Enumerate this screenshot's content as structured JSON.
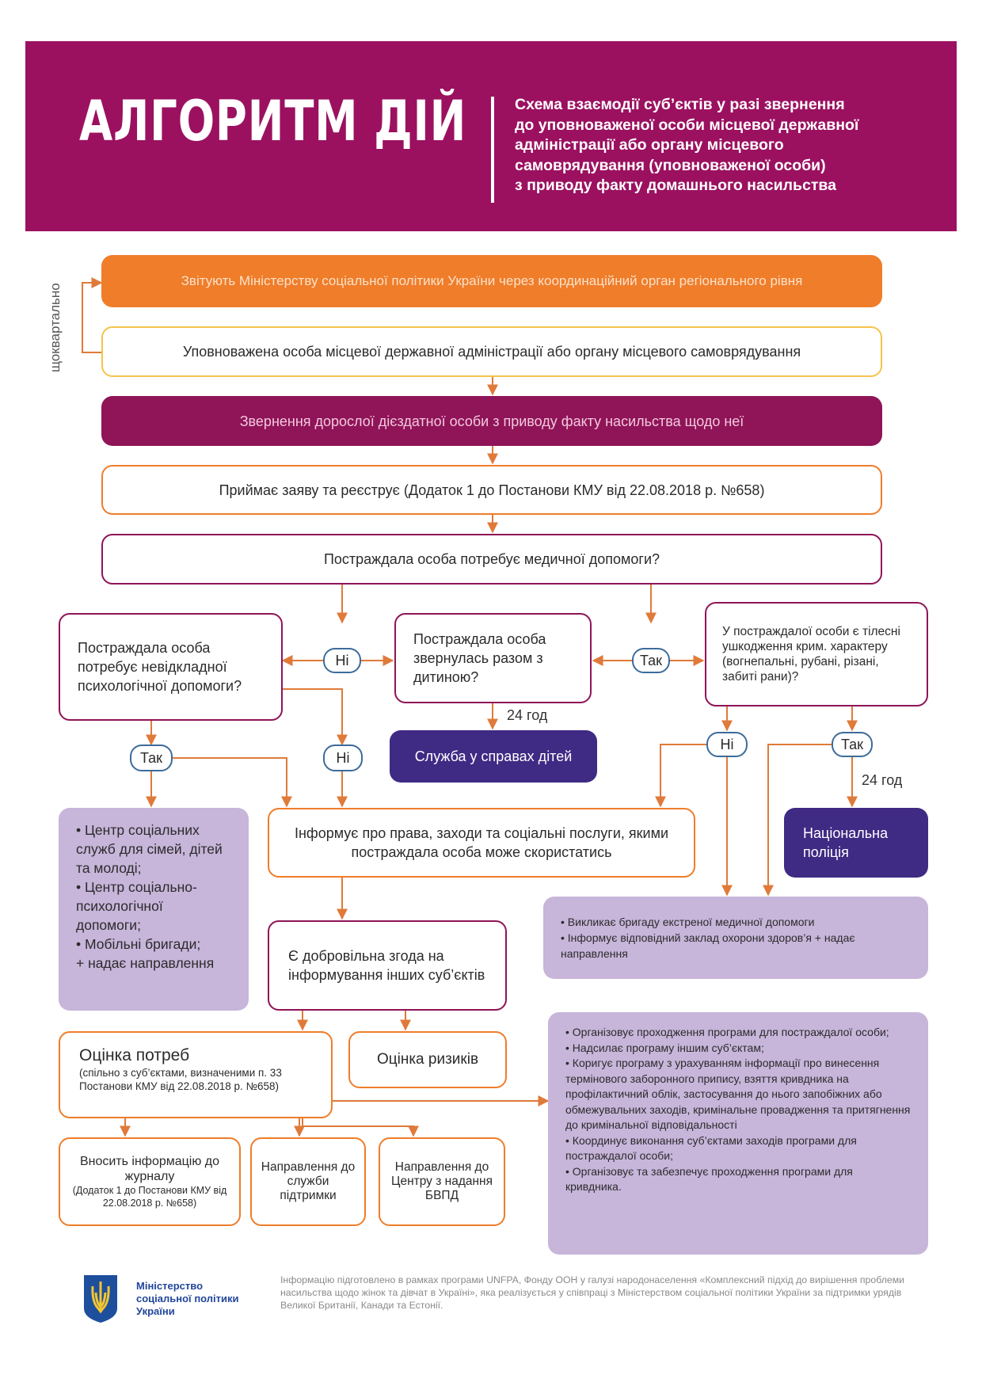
{
  "header": {
    "title": "АЛГОРИТМ ДІЙ",
    "subtitle_lines": [
      "Схема взаємодії суб’єктів у разі звернення",
      "до уповноваженої особи місцевої державної",
      "адміністрації або органу місцевого",
      "самоврядування (уповноваженої особи)",
      "з приводу факту домашнього насильства"
    ]
  },
  "side_label": "щокварталь­но",
  "nodes": {
    "report": "Звітують Міністерству соціальної політики України через координаційний орган регіонального рівня",
    "authorized": "Уповноважена особа місцевої державної адміністрації або органу місцевого самоврядування",
    "appeal": "Звернення дорослої дієздатної особи з приводу факту насильства щодо неї",
    "registers": "Приймає заяву та реєструє (Додаток 1 до Постанови КМУ від 22.08.2018 р. №658)",
    "medical_q": "Постраждала особа потребує медичної допомоги?",
    "psych_q": "Постраждала особа потребує невідкладної психологічної допомоги?",
    "child_q": "Постраждала особа звернулась разом з дитиною?",
    "injury_q": "У постраждалої особи є тілесні ушкодження крим. характеру (вогнепальні, рубані, різані, забиті рани)?",
    "child_service": "Служба у справах дітей",
    "police": "Національна поліція",
    "informs": "Інформує про права, заходи та соціальні послуги, якими постраждала особа може скористатись",
    "consent_q": "Є добровільна згода на інформування інших суб’єктів",
    "needs_title": "Оцінка потреб",
    "needs_sub": "(спільно з суб’єктами, визначеними п. 33 Постанови КМУ від 22.08.2018 р. №658)",
    "risks": "Оцінка ризиків",
    "journal": "Вносить інформацію до журналу",
    "journal_sub": "(Додаток 1 до Постанови КМУ від 22.08.2018 р. №658)",
    "support": "Направлення до служби підтримки",
    "bvpd": "Направлення до Центру з надання БВПД"
  },
  "centers": [
    "• Центр соціальних служб для сімей, дітей та молоді;",
    "• Центр соціально-психологічної допомоги;",
    "• Мобільні бригади;",
    "+ надає направ­лення"
  ],
  "medical_actions": [
    "• Викликає бригаду екстреної медичної допомоги",
    "• Інформує відповідний заклад охорони здоров’я + надає направлення"
  ],
  "program_actions": [
    "• Організовує проходження програми для постраждалої особи;",
    "• Надсилає програму іншим суб’єктам;",
    "• Коригує програму з урахуванням інформації про винесення термінового заборонного припису, взяття кривдника на профілактичний облік, застосування до нього запобіжних або обмежувальних заходів, кримінальне провадження та притягнення до кримінальної відповідальності",
    "• Координує виконання суб’єктами заходів програми для постраждалої особи;",
    "• Організовує та забезпечує проходження програми для кривдника."
  ],
  "labels": {
    "no": "Ні",
    "yes": "Так",
    "h24": "24 год"
  },
  "footer": {
    "ministry": "Міністерство соціальної політики України",
    "text": "Інформацію підготовлено в рамках програми UNFPA, Фонду ООН у галузі народонаселення «Комплексний підхід до вирішення проблеми насильства щодо жінок та дівчат в Україні», яка реалізується у співпраці з Міністерством соціальної політики України за підтримки урядів Великої Британії, Канади та Естонії."
  },
  "colors": {
    "header": "#9b1160",
    "orange": "#ef7d2a",
    "yellow": "#f6c34c",
    "purple": "#8f1458",
    "indigo": "#3f2a84",
    "lavender": "#c7b5da",
    "pill_border": "#3d6b9a"
  }
}
